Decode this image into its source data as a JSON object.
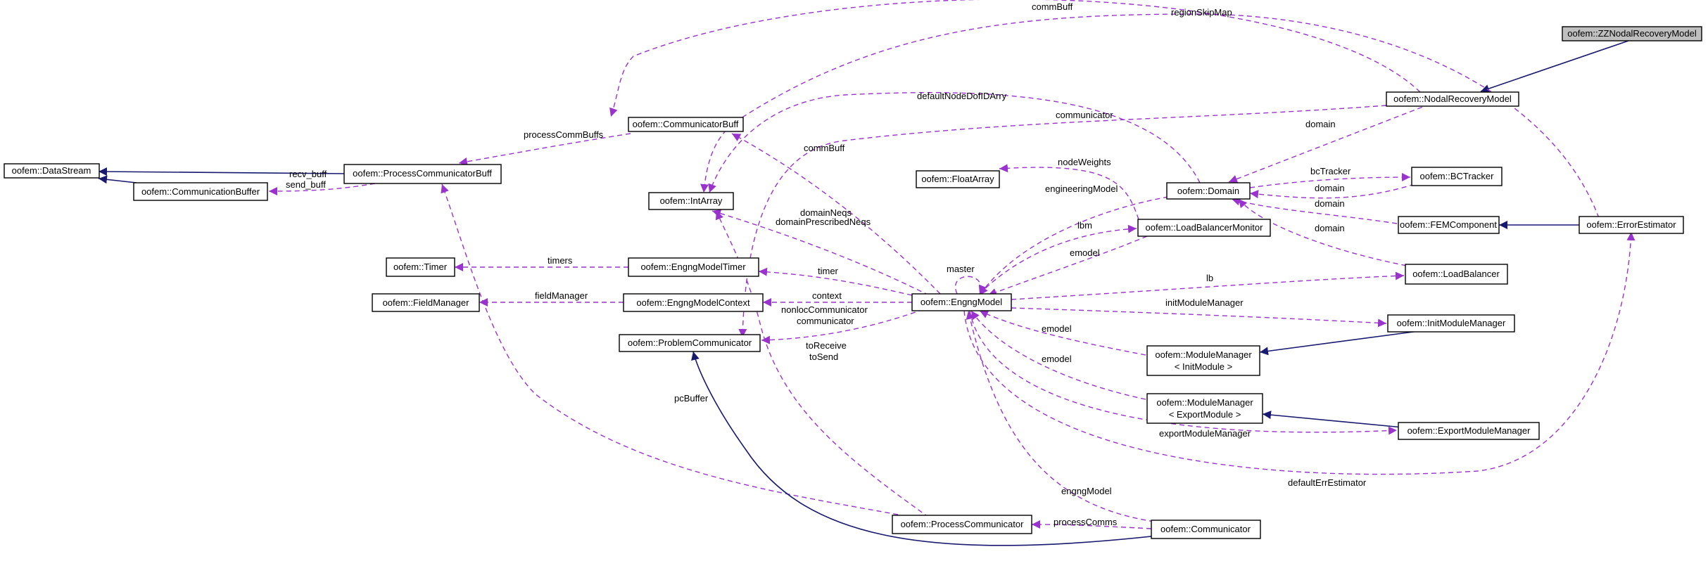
{
  "colors": {
    "inheritance": "#191970",
    "usage": "#9a32cd",
    "highlight_fill": "#bfbfbf"
  },
  "nodes": {
    "zz": {
      "lines": [
        "oofem::ZZNodalRecoveryModel"
      ],
      "highlight": true
    },
    "nrm": {
      "lines": [
        "oofem::NodalRecoveryModel"
      ]
    },
    "commbuff": {
      "lines": [
        "oofem::CommunicatorBuff"
      ]
    },
    "datastream": {
      "lines": [
        "oofem::DataStream"
      ]
    },
    "pcb": {
      "lines": [
        "oofem::ProcessCommunicatorBuff"
      ]
    },
    "cb": {
      "lines": [
        "oofem::CommunicationBuffer"
      ]
    },
    "intarray": {
      "lines": [
        "oofem::IntArray"
      ]
    },
    "floatarray": {
      "lines": [
        "oofem::FloatArray"
      ]
    },
    "domain": {
      "lines": [
        "oofem::Domain"
      ]
    },
    "bctracker": {
      "lines": [
        "oofem::BCTracker"
      ]
    },
    "fem": {
      "lines": [
        "oofem::FEMComponent"
      ]
    },
    "errest": {
      "lines": [
        "oofem::ErrorEstimator"
      ]
    },
    "lbm": {
      "lines": [
        "oofem::LoadBalancerMonitor"
      ]
    },
    "timer": {
      "lines": [
        "oofem::Timer"
      ]
    },
    "emtimer": {
      "lines": [
        "oofem::EngngModelTimer"
      ]
    },
    "fieldmgr": {
      "lines": [
        "oofem::FieldManager"
      ]
    },
    "emctx": {
      "lines": [
        "oofem::EngngModelContext"
      ]
    },
    "em": {
      "lines": [
        "oofem::EngngModel"
      ]
    },
    "lb": {
      "lines": [
        "oofem::LoadBalancer"
      ]
    },
    "probcomm": {
      "lines": [
        "oofem::ProblemCommunicator"
      ]
    },
    "imm": {
      "lines": [
        "oofem::InitModuleManager"
      ]
    },
    "mminit": {
      "lines": [
        "oofem::ModuleManager",
        "< InitModule >"
      ]
    },
    "mmexport": {
      "lines": [
        "oofem::ModuleManager",
        "< ExportModule >"
      ]
    },
    "emm": {
      "lines": [
        "oofem::ExportModuleManager"
      ]
    },
    "proccomm": {
      "lines": [
        "oofem::ProcessCommunicator"
      ]
    },
    "communicator": {
      "lines": [
        "oofem::Communicator"
      ]
    }
  },
  "edges": [
    {
      "id": "nrm-zz",
      "kind": "inheritance"
    },
    {
      "id": "nrm-commbuff",
      "kind": "usage",
      "labels": [
        "commBuff"
      ]
    },
    {
      "id": "errest-intarray",
      "kind": "usage",
      "labels": [
        "regionSkipMap"
      ]
    },
    {
      "id": "nrm-domain",
      "kind": "usage",
      "labels": [
        "domain"
      ]
    },
    {
      "id": "commbuff-pcb",
      "kind": "usage",
      "labels": [
        "processCommBuffs"
      ]
    },
    {
      "id": "pcb-datastream",
      "kind": "inheritance"
    },
    {
      "id": "cb-datastream",
      "kind": "inheritance"
    },
    {
      "id": "pcb-cb",
      "kind": "usage",
      "labels": [
        "recv_buff",
        "send_buff"
      ]
    },
    {
      "id": "domain-intarray",
      "kind": "usage",
      "labels": [
        "defaultNodeDofIDArry"
      ]
    },
    {
      "id": "nrm-probcomm",
      "kind": "usage",
      "labels": [
        "communicator"
      ]
    },
    {
      "id": "em-commbuff",
      "kind": "usage",
      "labels": [
        "commBuff"
      ]
    },
    {
      "id": "lbm-floatarray",
      "kind": "usage",
      "labels": [
        "nodeWeights"
      ]
    },
    {
      "id": "domain-bctracker",
      "kind": "usage",
      "labels": [
        "bcTracker"
      ]
    },
    {
      "id": "bctracker-domain",
      "kind": "usage",
      "labels": [
        "domain"
      ]
    },
    {
      "id": "fem-domain",
      "kind": "usage",
      "labels": [
        "domain"
      ]
    },
    {
      "id": "lb-domain",
      "kind": "usage",
      "labels": [
        "domain"
      ]
    },
    {
      "id": "errest-fem",
      "kind": "inheritance"
    },
    {
      "id": "domain-em",
      "kind": "usage",
      "labels": [
        "engineeringModel"
      ]
    },
    {
      "id": "em-lbm",
      "kind": "usage",
      "labels": [
        "lbm"
      ]
    },
    {
      "id": "lbm-em",
      "kind": "usage",
      "labels": [
        "emodel"
      ]
    },
    {
      "id": "em-intarray",
      "kind": "usage",
      "labels": [
        "domainNeqs",
        "domainPrescribedNeqs"
      ]
    },
    {
      "id": "em-self",
      "kind": "usage",
      "labels": [
        "master"
      ]
    },
    {
      "id": "emtimer-timer",
      "kind": "usage",
      "labels": [
        "timers"
      ]
    },
    {
      "id": "em-emtimer",
      "kind": "usage",
      "labels": [
        "timer"
      ]
    },
    {
      "id": "emctx-fieldmgr",
      "kind": "usage",
      "labels": [
        "fieldManager"
      ]
    },
    {
      "id": "em-emctx",
      "kind": "usage",
      "labels": [
        "context"
      ]
    },
    {
      "id": "em-lb",
      "kind": "usage",
      "labels": [
        "lb"
      ]
    },
    {
      "id": "em-probcomm",
      "kind": "usage",
      "labels": [
        "nonlocCommunicator",
        "communicator"
      ]
    },
    {
      "id": "em-imm",
      "kind": "usage",
      "labels": [
        "initModuleManager"
      ]
    },
    {
      "id": "mminit-em",
      "kind": "usage",
      "labels": [
        "emodel"
      ]
    },
    {
      "id": "imm-mminit",
      "kind": "inheritance"
    },
    {
      "id": "mmexport-em",
      "kind": "usage",
      "labels": [
        "emodel"
      ]
    },
    {
      "id": "emm-mmexport",
      "kind": "inheritance"
    },
    {
      "id": "em-emm",
      "kind": "usage",
      "labels": [
        "exportModuleManager"
      ]
    },
    {
      "id": "em-errest",
      "kind": "usage",
      "labels": [
        "defaultErrEstimator"
      ]
    },
    {
      "id": "proccomm-intarray",
      "kind": "usage",
      "labels": [
        "toReceive",
        "toSend"
      ]
    },
    {
      "id": "proccomm-pcb",
      "kind": "usage",
      "labels": [
        "pcBuffer"
      ]
    },
    {
      "id": "communicator-em",
      "kind": "usage",
      "labels": [
        "engngModel"
      ]
    },
    {
      "id": "communicator-proccomm",
      "kind": "usage",
      "labels": [
        "processComms"
      ]
    },
    {
      "id": "communicator-probcomm",
      "kind": "inheritance"
    }
  ]
}
